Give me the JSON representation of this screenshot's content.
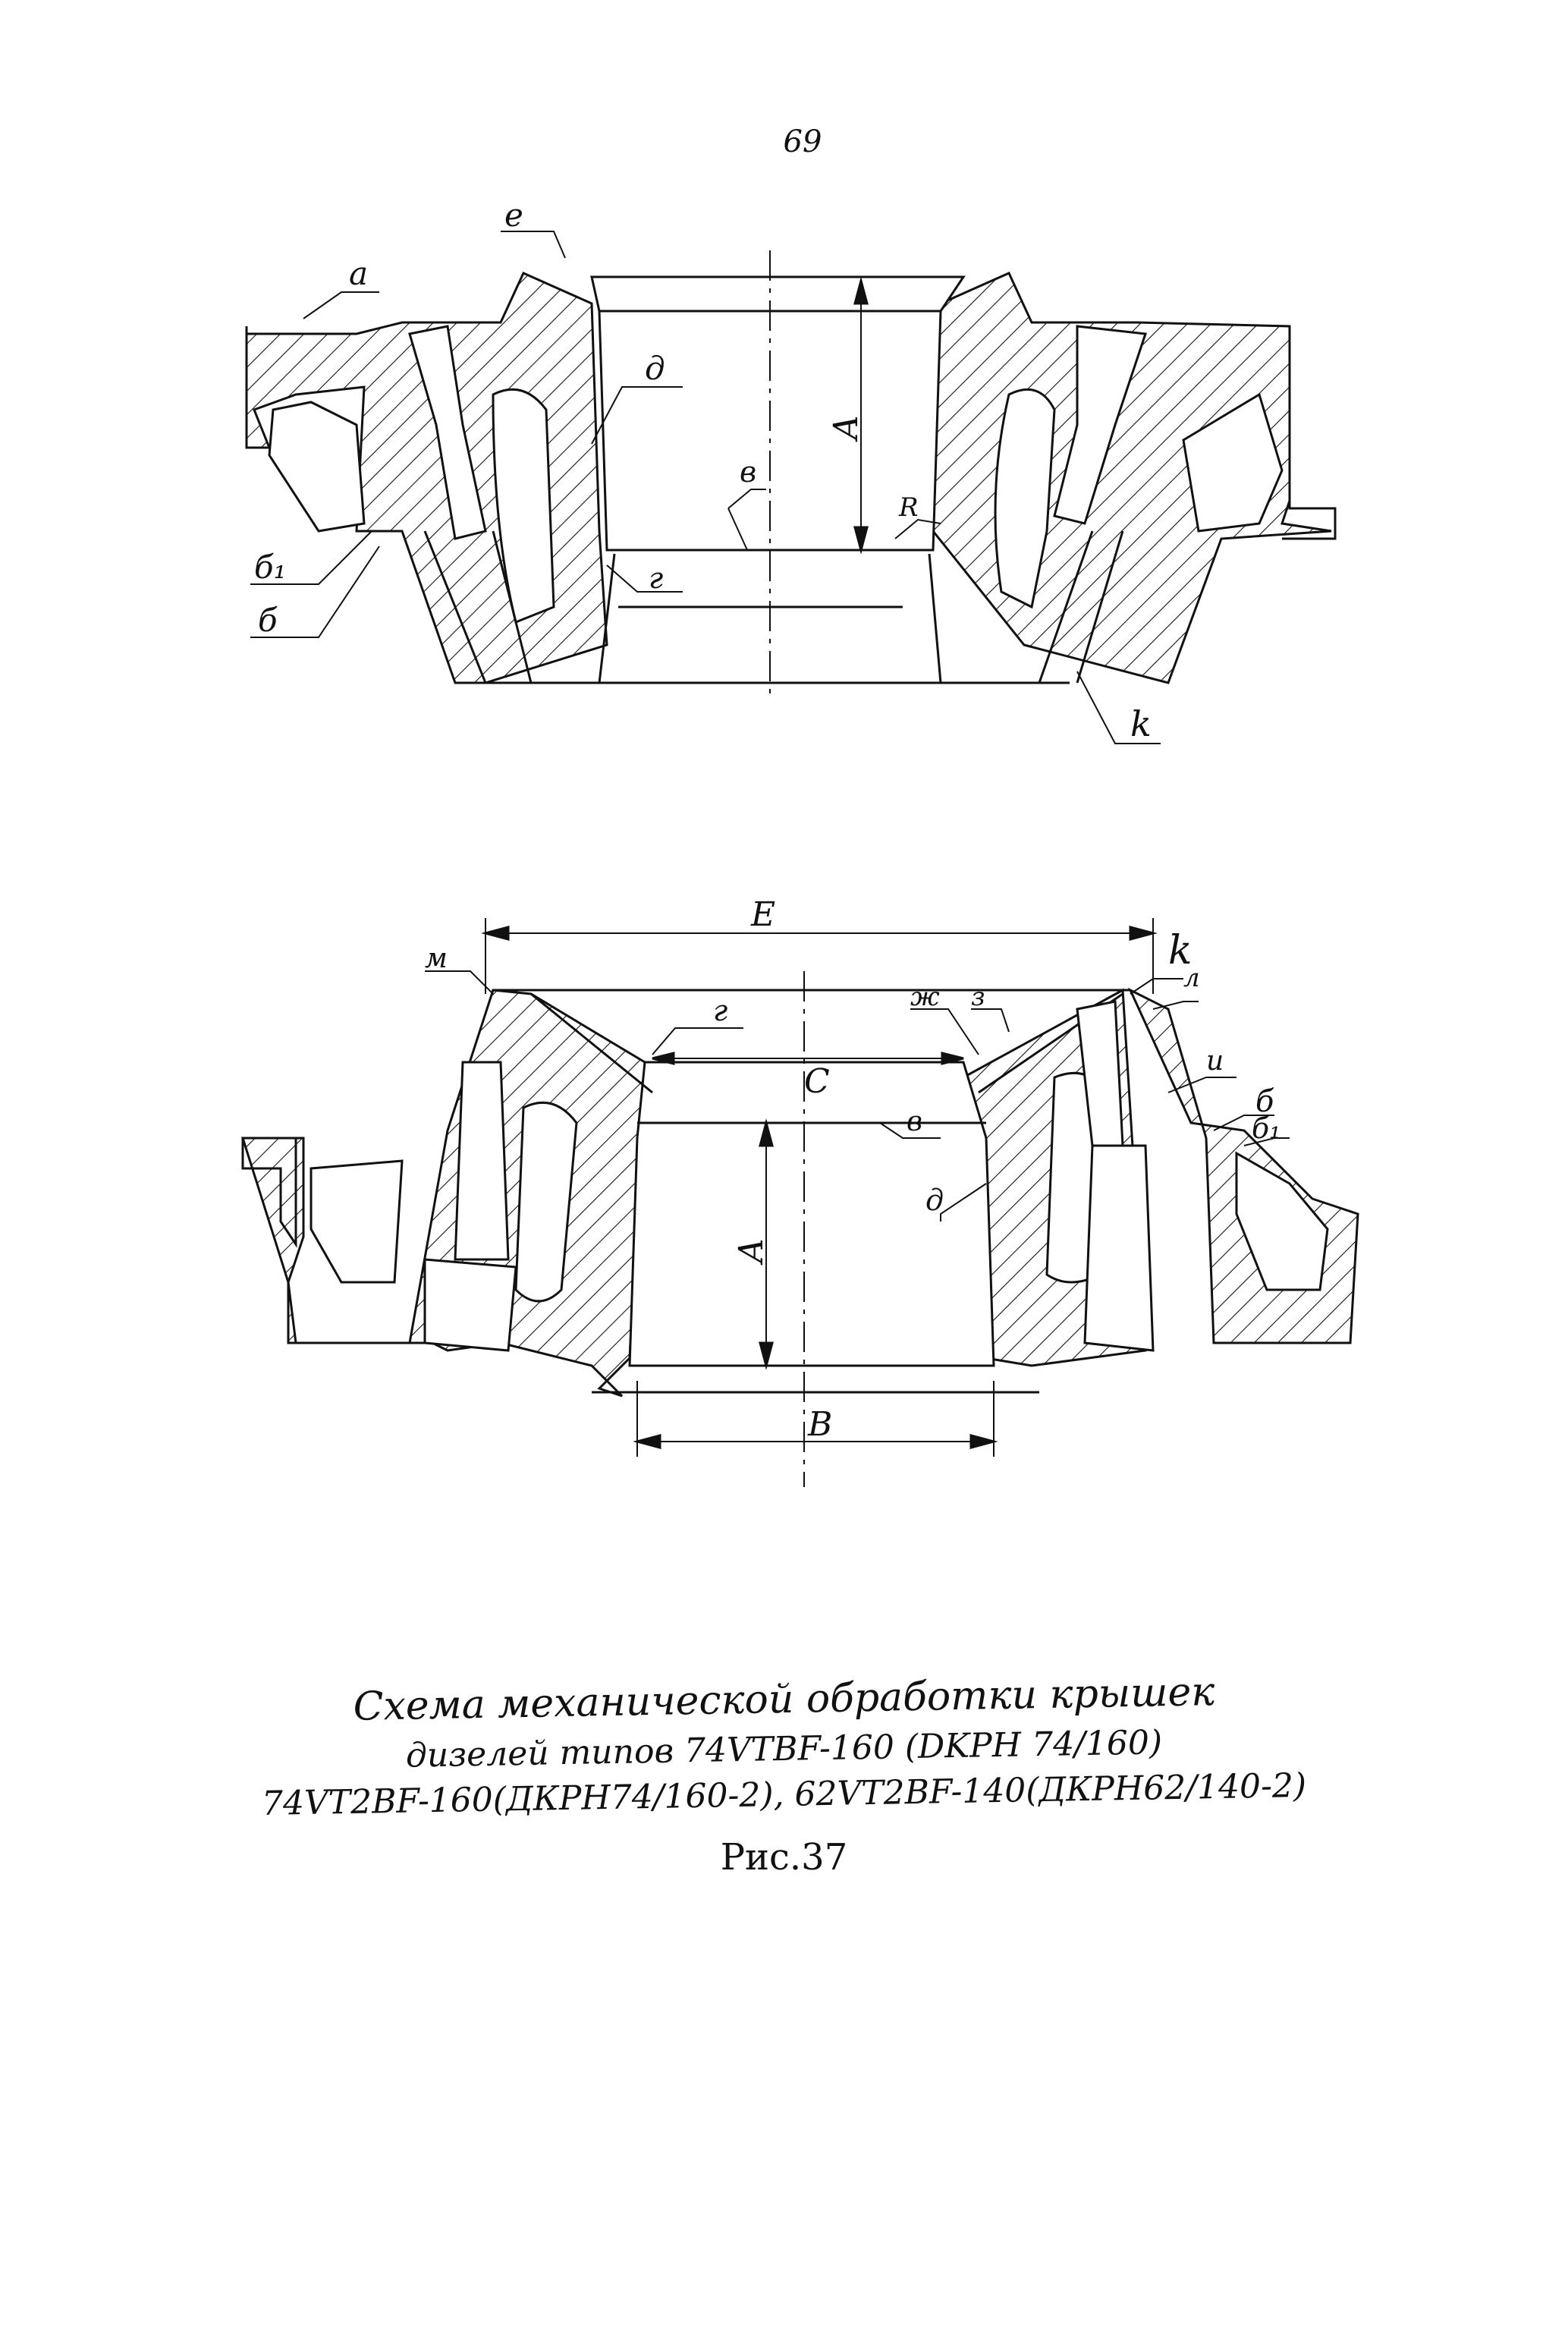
{
  "page_number": "69",
  "top_drawing": {
    "labels": {
      "a": "а",
      "e": "е",
      "d": "д",
      "v": "в",
      "g": "г",
      "b1": "б₁",
      "b": "б",
      "R": "R",
      "k": "k",
      "A": "А"
    }
  },
  "bottom_drawing": {
    "labels": {
      "E": "Е",
      "m": "м",
      "k": "k",
      "l": "л",
      "zh": "ж",
      "z": "з",
      "g": "г",
      "C": "С",
      "v": "в",
      "i": "и",
      "b": "б",
      "b1": "б₁",
      "d": "д",
      "A": "А",
      "B": "В"
    }
  },
  "caption": {
    "line1": "Схема механической обработки крышек",
    "line2": "дизелей типов 74VTBF-160 (DKPH 74/160)",
    "line3": "74VT2BF-160(ДКРН74/160-2), 62VT2BF-140(ДКРН62/140-2)",
    "figure": "Рис.37"
  },
  "colors": {
    "ink": "#111111",
    "paper": "#ffffff"
  }
}
